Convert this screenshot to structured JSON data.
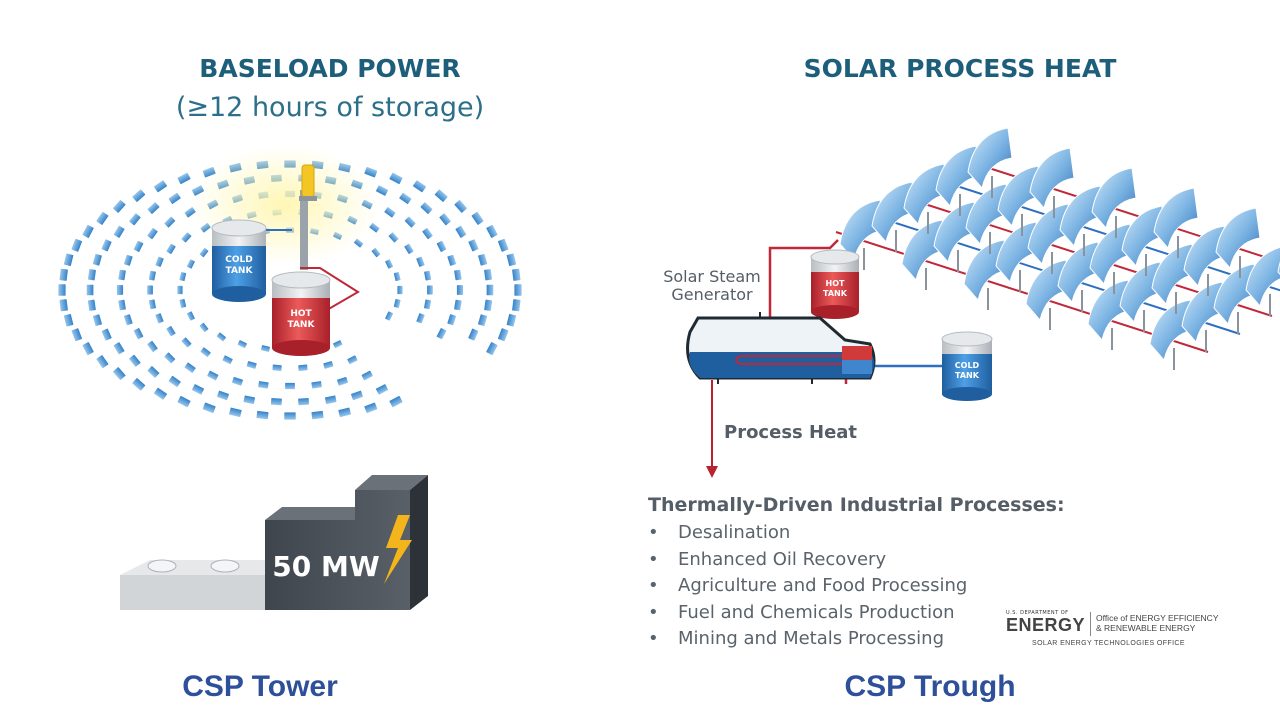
{
  "left": {
    "title": "BASELOAD POWER",
    "subtitle": "(≥12 hours of storage)",
    "cold_tank_line1": "COLD",
    "cold_tank_line2": "TANK",
    "hot_tank_line1": "HOT",
    "hot_tank_line2": "TANK",
    "output_label": "50 MW",
    "caption": "CSP Tower"
  },
  "right": {
    "title": "SOLAR PROCESS HEAT",
    "generator_line1": "Solar Steam",
    "generator_line2": "Generator",
    "hot_tank_line1": "HOT",
    "hot_tank_line2": "TANK",
    "cold_tank_line1": "COLD",
    "cold_tank_line2": "TANK",
    "process_heat_label": "Process Heat",
    "list_title": "Thermally-Driven Industrial Processes:",
    "list_items": [
      "Desalination",
      "Enhanced Oil Recovery",
      "Agriculture and Food Processing",
      "Fuel and Chemicals Production",
      "Mining and Metals Processing"
    ],
    "caption": "CSP Trough"
  },
  "logo": {
    "department": "U.S. DEPARTMENT OF",
    "energy": "ENERGY",
    "office_line1": "Office of ENERGY EFFICIENCY",
    "office_line2": "& RENEWABLE ENERGY",
    "program": "SOLAR ENERGY TECHNOLOGIES OFFICE"
  },
  "colors": {
    "heading": "#1d5f7a",
    "caption": "#2e4f9a",
    "mirror": "#3f8fd0",
    "hot_tank": "#d03a3a",
    "cold_tank": "#2f7fc7",
    "pipe_hot": "#c0283a",
    "pipe_cold": "#2f6fc0"
  }
}
